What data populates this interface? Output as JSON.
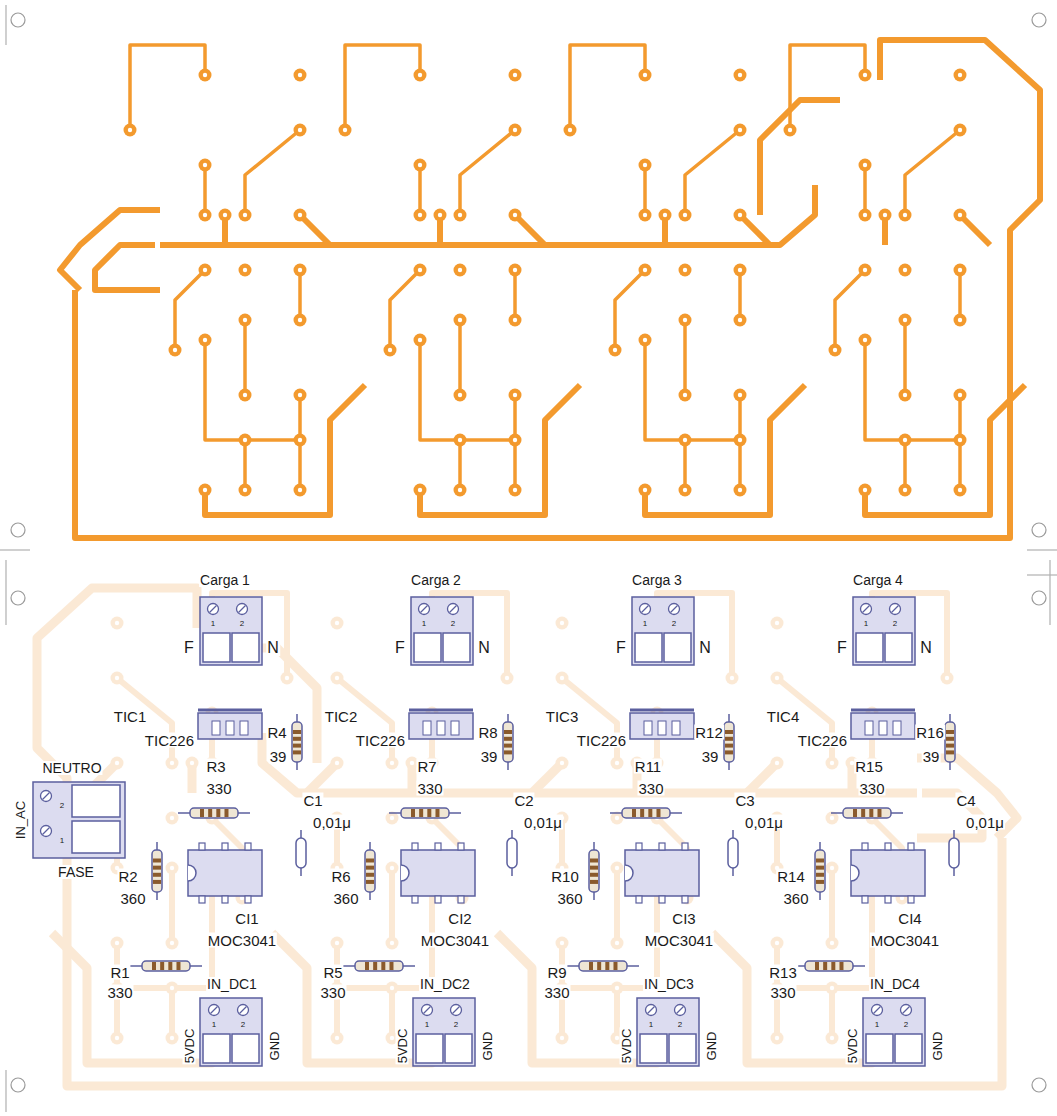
{
  "diagram": {
    "labels": [
      "Carga 1",
      "1",
      "2",
      "F",
      "N",
      "Carga 2",
      "1",
      "2",
      "F",
      "N",
      "Carga 3",
      "1",
      "2",
      "F",
      "N",
      "Carga 4",
      "1",
      "2",
      "F",
      "N",
      "NEUTRO",
      "IN_AC",
      "2",
      "1",
      "FASE",
      "TIC1",
      "TIC226",
      "R4",
      "39",
      "R3",
      "330",
      "C1",
      "0,01μ",
      "R2",
      "360",
      "CI1",
      "MOC3041",
      "R1",
      "330",
      "TIC2",
      "TIC226",
      "R8",
      "39",
      "R7",
      "330",
      "C2",
      "0,01μ",
      "R6",
      "360",
      "CI2",
      "MOC3041",
      "R5",
      "330",
      "TIC3",
      "TIC226",
      "R12",
      "39",
      "R11",
      "330",
      "C3",
      "0,01μ",
      "R10",
      "360",
      "CI3",
      "MOC3041",
      "R9",
      "330",
      "TIC4",
      "TIC226",
      "R16",
      "39",
      "R15",
      "330",
      "C4",
      "0,01μ",
      "R14",
      "360",
      "CI4",
      "MOC3041",
      "R13",
      "330",
      "IN_DC1",
      "5VDC",
      "GND",
      "1",
      "2",
      "IN_DC2",
      "5VDC",
      "GND",
      "1",
      "2",
      "IN_DC3",
      "5VDC",
      "GND",
      "1",
      "2",
      "IN_DC4",
      "5VDC",
      "GND",
      "1",
      "2"
    ]
  }
}
